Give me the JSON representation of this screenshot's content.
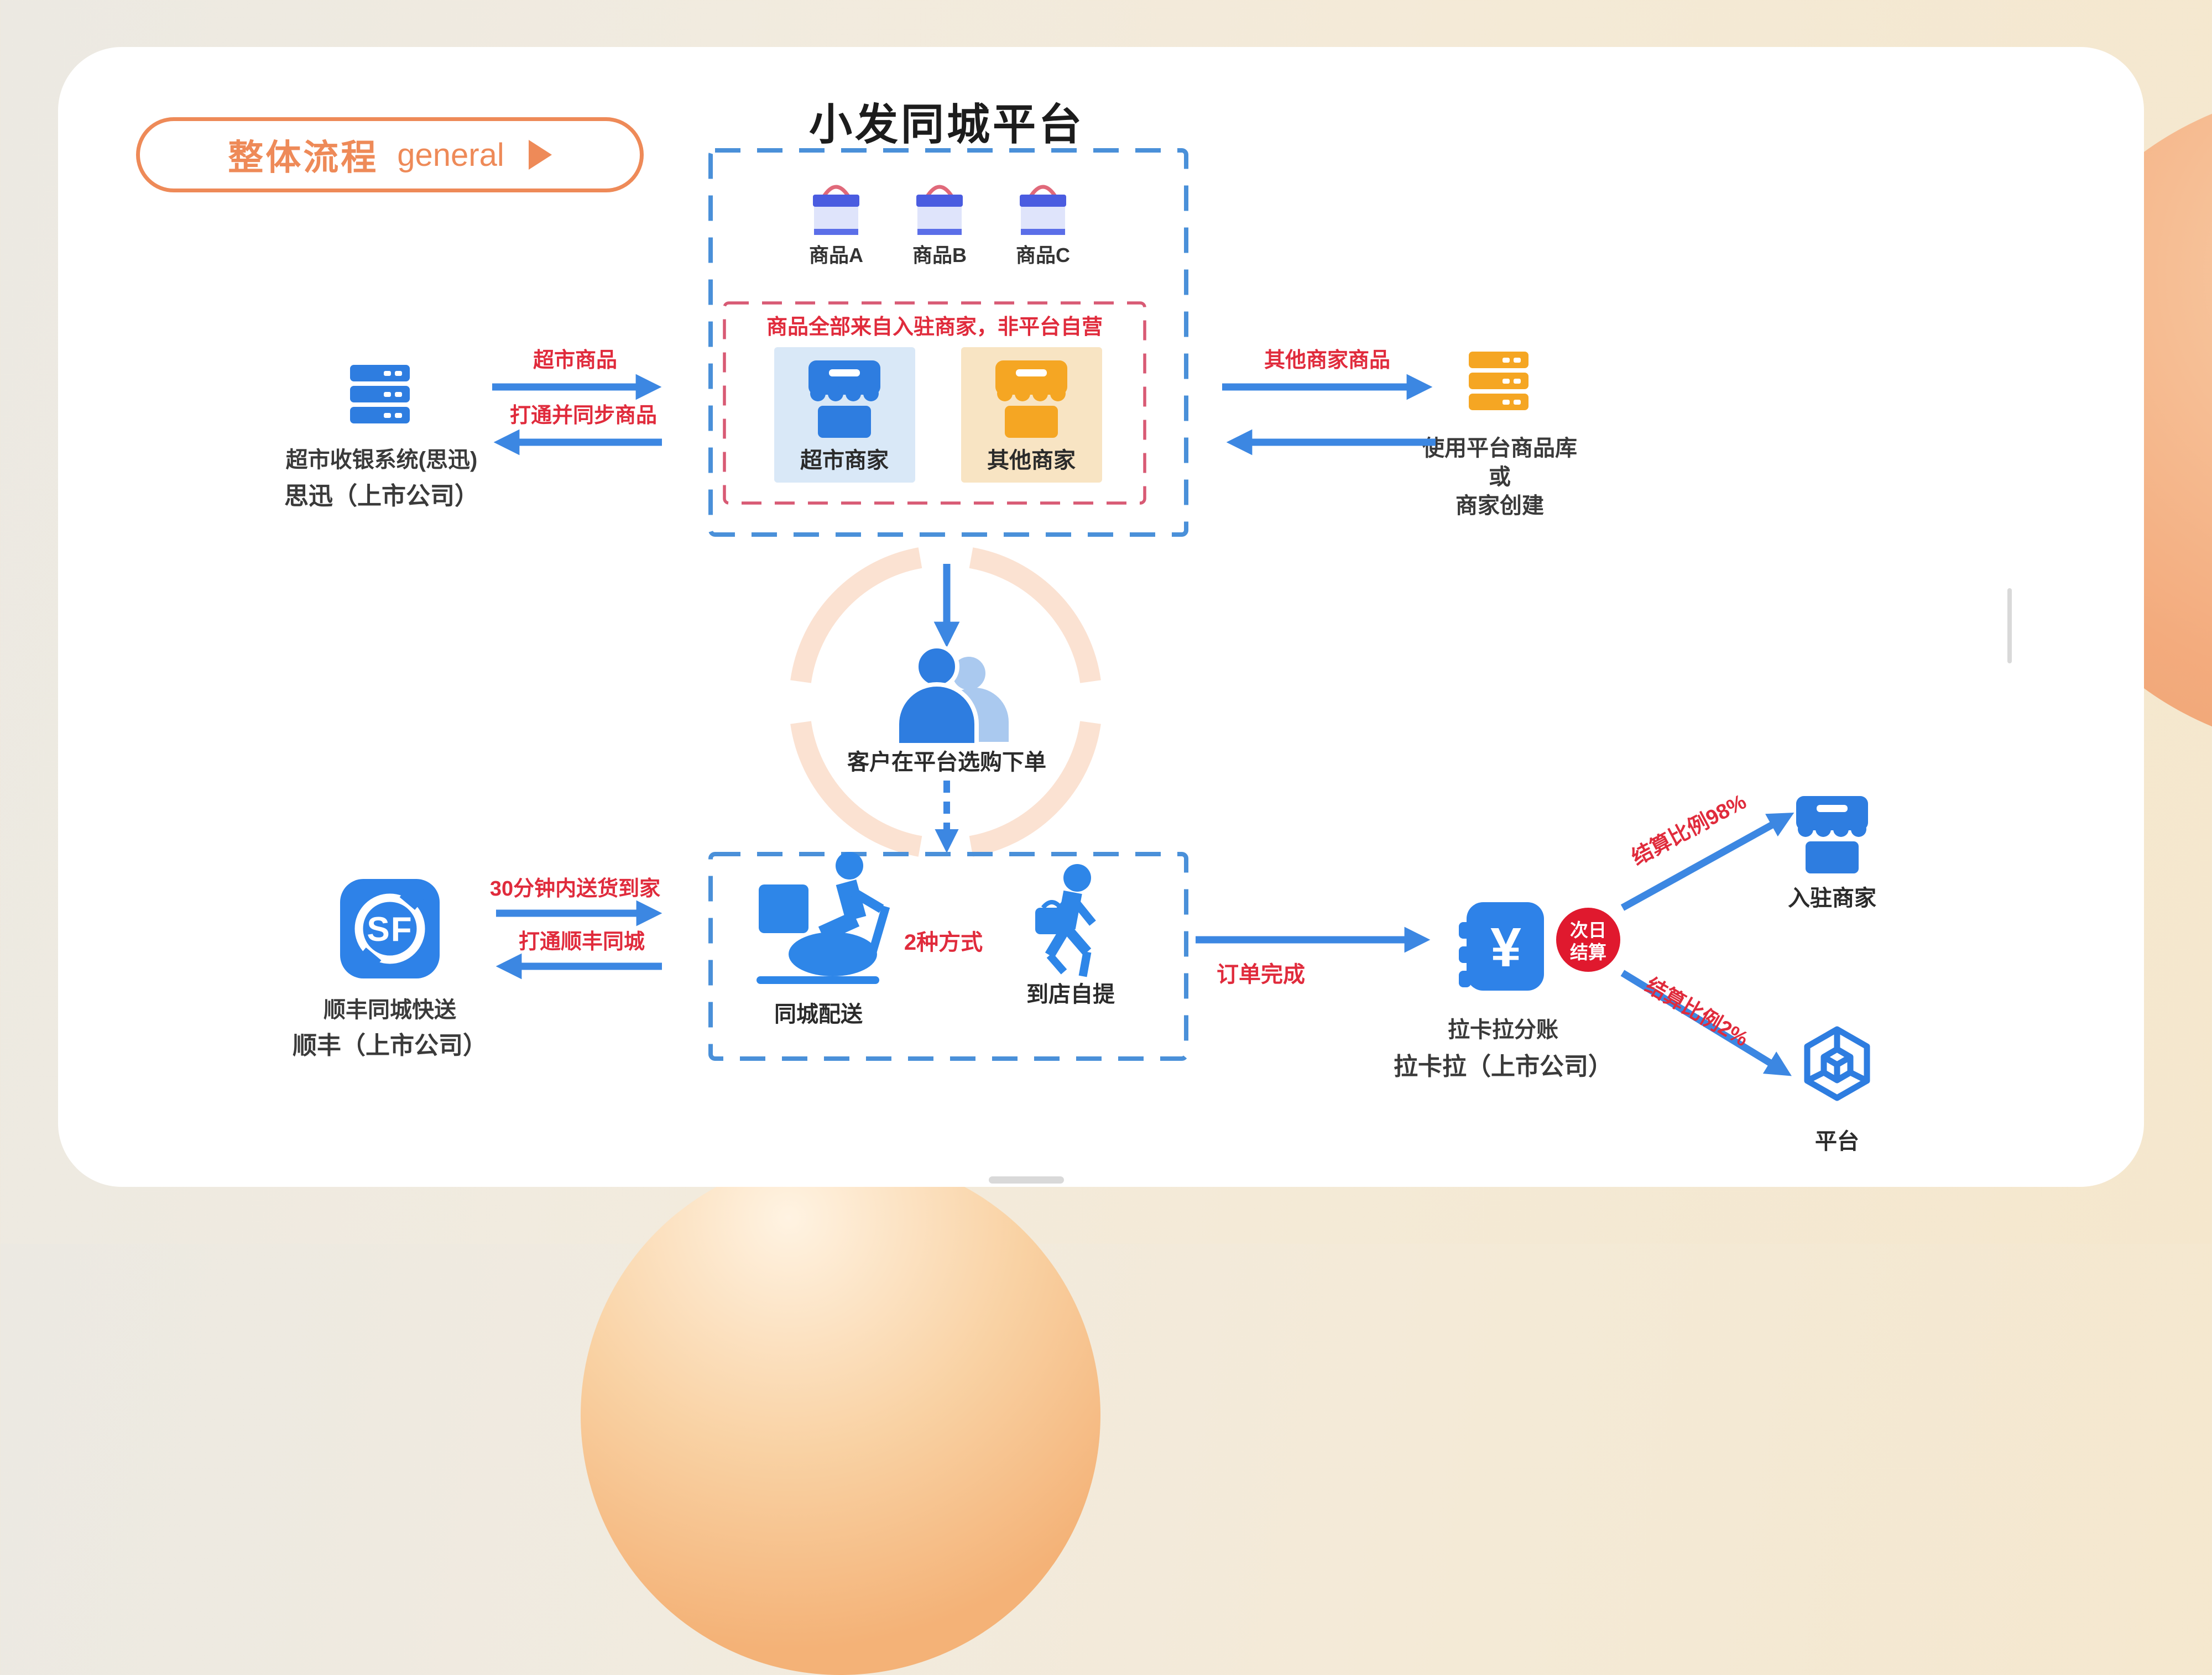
{
  "slide": {
    "tag_zh": "整体流程",
    "tag_en": "general",
    "title": "小发同城平台"
  },
  "top_box": {
    "products": [
      {
        "label": "商品A"
      },
      {
        "label": "商品B"
      },
      {
        "label": "商品C"
      }
    ],
    "note": "商品全部来自入驻商家，非平台自营",
    "merchants": [
      {
        "label": "超市商家"
      },
      {
        "label": "其他商家"
      }
    ]
  },
  "left_system": {
    "line1": "超市收银系统(思迅)",
    "line2": "思迅（上市公司）",
    "arrow_out_label": "超市商品",
    "arrow_in_label": "打通并同步商品"
  },
  "right_system": {
    "line1": "使用平台商品库",
    "line2": "或",
    "line3": "商家创建",
    "arrow_out_label": "其他商家商品"
  },
  "customer": {
    "label": "客户在平台选购下单"
  },
  "delivery_box": {
    "methods_note": "2种方式",
    "delivery": "同城配送",
    "pickup": "到店自提"
  },
  "sf": {
    "logo": "SF",
    "line1": "顺丰同城快送",
    "line2": "顺丰（上市公司）",
    "arrow_out_label": "30分钟内送货到家",
    "arrow_in_label": "打通顺丰同城"
  },
  "settlement": {
    "order_done_label": "订单完成",
    "lakala_line1": "拉卡拉分账",
    "lakala_line2": "拉卡拉（上市公司）",
    "badge_line1": "次日",
    "badge_line2": "结算",
    "merchant_share_label": "结算比例98%",
    "platform_share_label": "结算比例2%",
    "merchant_label": "入驻商家",
    "platform_label": "平台",
    "currency_symbol": "¥"
  },
  "colors": {
    "accent_orange": "#ee8a58",
    "icon_blue": "#2e7de0",
    "icon_orange": "#f5a623",
    "red_text": "#e02b3c",
    "dashed_blue": "#4a90d9",
    "dashed_red": "#d85a74",
    "arrow_blue": "#3c87e2",
    "ring_peach": "#fbe2d2"
  }
}
